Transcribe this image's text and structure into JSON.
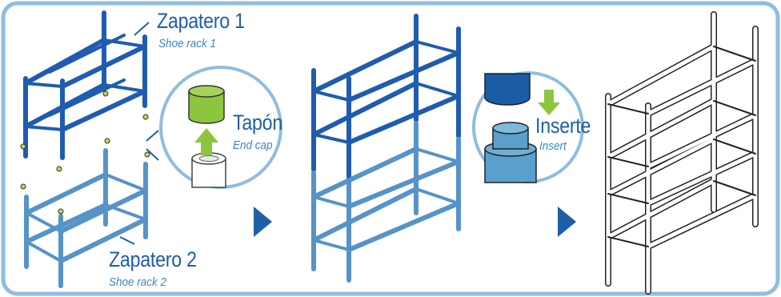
{
  "colors": {
    "frame": "#8fbde0",
    "rack_dark": "#1f5cb0",
    "rack_light": "#5593c8",
    "label_main": "#1f5fa8",
    "label_sub": "#3c86c6",
    "cap_green": "#8cc63f",
    "arrow_green": "#8cc63f",
    "insert_dark": "#1a5ca6",
    "insert_light": "#5aa0cc",
    "step_arrow": "#1f5fa8"
  },
  "labels": {
    "rack1_es": "Zapatero 1",
    "rack1_en": "Shoe rack 1",
    "rack2_es": "Zapatero 2",
    "rack2_en": "Shoe rack 2",
    "cap_es": "Tapón",
    "cap_en": "End cap",
    "insert_es": "Inserte",
    "insert_en": "Insert"
  },
  "icons": [
    "green-end-cap-icon",
    "up-arrow-icon",
    "down-arrow-icon",
    "insert-connector-icon",
    "step-arrow-icon"
  ]
}
